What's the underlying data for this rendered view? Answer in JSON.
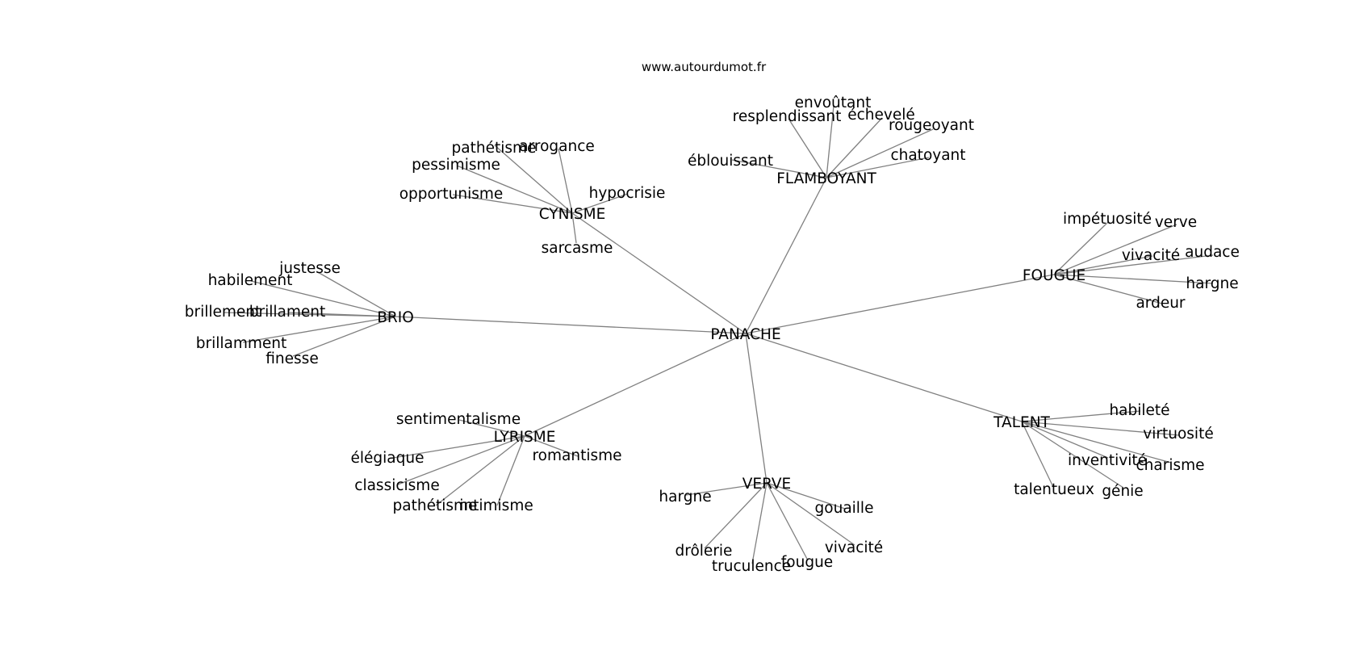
{
  "source_text": "www.autourdumot.fr",
  "center": "PANACHE",
  "clusters": [
    {
      "id": "flamboyant",
      "label": "FLAMBOYANT",
      "words": [
        "éblouissant",
        "resplendissant",
        "envoûtant",
        "échevelé",
        "rougeoyant",
        "chatoyant"
      ]
    },
    {
      "id": "cynisme",
      "label": "CYNISME",
      "words": [
        "pathétisme",
        "arrogance",
        "pessimisme",
        "opportunisme",
        "hypocrisie",
        "sarcasme"
      ]
    },
    {
      "id": "brio",
      "label": "BRIO",
      "words": [
        "justesse",
        "habilement",
        "brillement",
        "brillament",
        "brillamment",
        "finesse"
      ]
    },
    {
      "id": "fougue",
      "label": "FOUGUE",
      "words": [
        "impétuosité",
        "verve",
        "vivacité",
        "audace",
        "hargne",
        "ardeur"
      ]
    },
    {
      "id": "lyrisme",
      "label": "LYRISME",
      "words": [
        "sentimentalisme",
        "élégiaque",
        "romantisme",
        "classicisme",
        "pathétisme",
        "intimisme"
      ]
    },
    {
      "id": "verve",
      "label": "VERVE",
      "words": [
        "hargne",
        "gouaille",
        "drôlerie",
        "truculence",
        "fougue",
        "vivacité"
      ]
    },
    {
      "id": "talent",
      "label": "TALENT",
      "words": [
        "habileté",
        "virtuosité",
        "inventivité",
        "charisme",
        "talentueux",
        "génie"
      ]
    }
  ]
}
